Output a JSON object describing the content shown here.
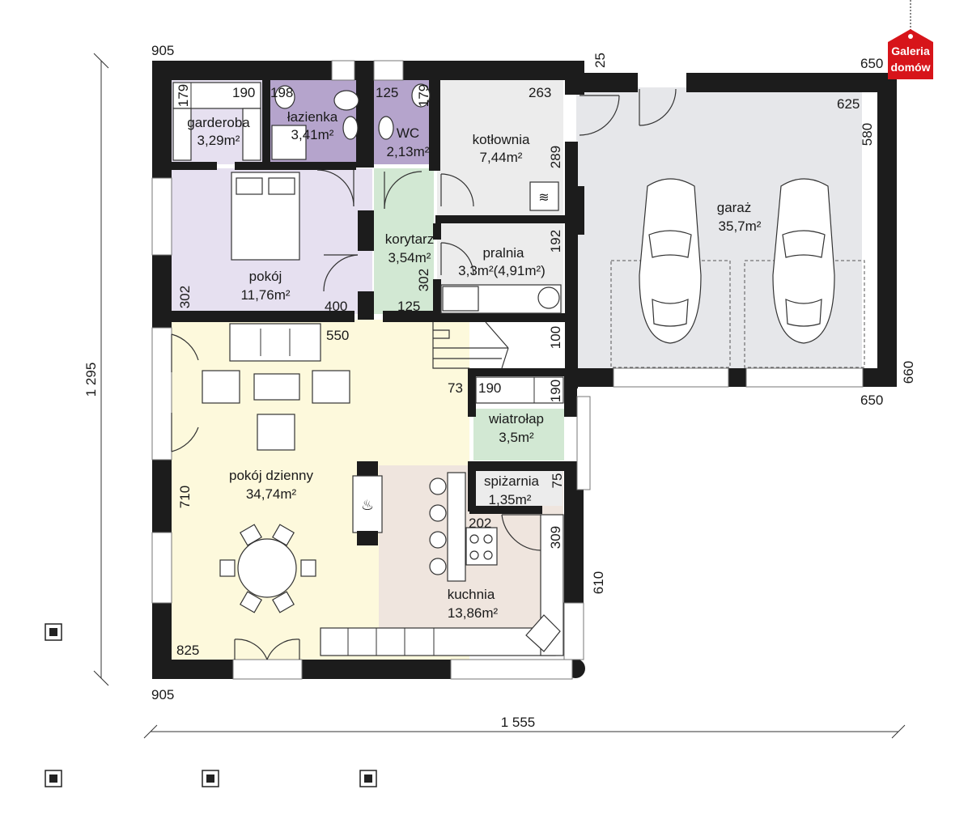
{
  "brand": {
    "line1": "Galeria",
    "line2": "domów",
    "color": "#d7141a"
  },
  "colors": {
    "bedroom": "#e6e0f0",
    "bathroom": "#b5a4cc",
    "corridor": "#d2e8d3",
    "living": "#fdf9dc",
    "kitchen": "#efe5de",
    "utility": "#ececec",
    "garage": "#e6e7ea",
    "wall": "#1c1c1c"
  },
  "rooms": {
    "garderoba": {
      "name": "garderoba",
      "area": "3,29m²"
    },
    "lazienka": {
      "name": "łazienka",
      "area": "3,41m²"
    },
    "wc": {
      "name": "WC",
      "area": "2,13m²"
    },
    "kotlownia": {
      "name": "kotłownia",
      "area": "7,44m²"
    },
    "garaz": {
      "name": "garaż",
      "area": "35,7m²"
    },
    "korytarz": {
      "name": "korytarz",
      "area": "3,54m²"
    },
    "pralnia": {
      "name": "pralnia",
      "area": "3,3m²(4,91m²)"
    },
    "pokoj": {
      "name": "pokój",
      "area": "11,76m²"
    },
    "wiatrolap": {
      "name": "wiatrołap",
      "area": "3,5m²"
    },
    "spizarnia": {
      "name": "spiżarnia",
      "area": "1,35m²"
    },
    "pokoj_dzienny": {
      "name": "pokój dzienny",
      "area": "34,74m²"
    },
    "kuchnia": {
      "name": "kuchnia",
      "area": "13,86m²"
    }
  },
  "dims": {
    "d905_top": "905",
    "d905_bottom": "905",
    "d1295": "1 295",
    "d1555": "1 555",
    "d25": "25",
    "d650_top": "650",
    "d650_bottom": "650",
    "d625": "625",
    "d580": "580",
    "d660": "660",
    "d263": "263",
    "d289": "289",
    "d192": "192",
    "d100": "100",
    "d190_wi_h": "190",
    "d190_wi_v": "190",
    "d73": "73",
    "d75": "75",
    "d202": "202",
    "d309": "309",
    "d610": "610",
    "d825": "825",
    "d710": "710",
    "d550": "550",
    "d302_left": "302",
    "d302_corr": "302",
    "d400": "400",
    "d125_corr": "125",
    "d179_gar": "179",
    "d190_gar": "190",
    "d198": "198",
    "d125_wc": "125",
    "d179_wc": "179"
  },
  "icons": {
    "legend": [
      "legend-square-icon",
      "legend-square-icon",
      "legend-square-icon",
      "legend-square-icon"
    ],
    "fireplace": "fireplace-icon",
    "boiler": "boiler-icon",
    "car": "car-icon"
  }
}
